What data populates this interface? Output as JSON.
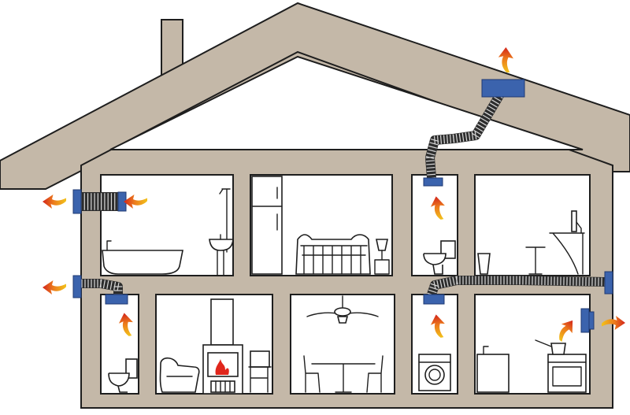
{
  "colors": {
    "wall": "#c4b8a8",
    "outline": "#1e1e1e",
    "vent": "#3b63ad",
    "duct": "#3a3a3a",
    "arrow_inner": "#f2c21b",
    "arrow_outer": "#d2231b"
  },
  "rooms": [
    {
      "id": "bathroom",
      "floor": "upper"
    },
    {
      "id": "bedroom",
      "floor": "upper"
    },
    {
      "id": "toilet-upper",
      "floor": "upper"
    },
    {
      "id": "study",
      "floor": "upper"
    },
    {
      "id": "toilet-lower",
      "floor": "lower"
    },
    {
      "id": "living-room",
      "floor": "lower"
    },
    {
      "id": "dining-room",
      "floor": "lower"
    },
    {
      "id": "laundry",
      "floor": "lower"
    },
    {
      "id": "kitchen",
      "floor": "lower"
    }
  ],
  "icons": [
    "airflow-arrow-icon",
    "vent-grille-icon",
    "flexible-duct-icon",
    "roof-vent-icon"
  ]
}
